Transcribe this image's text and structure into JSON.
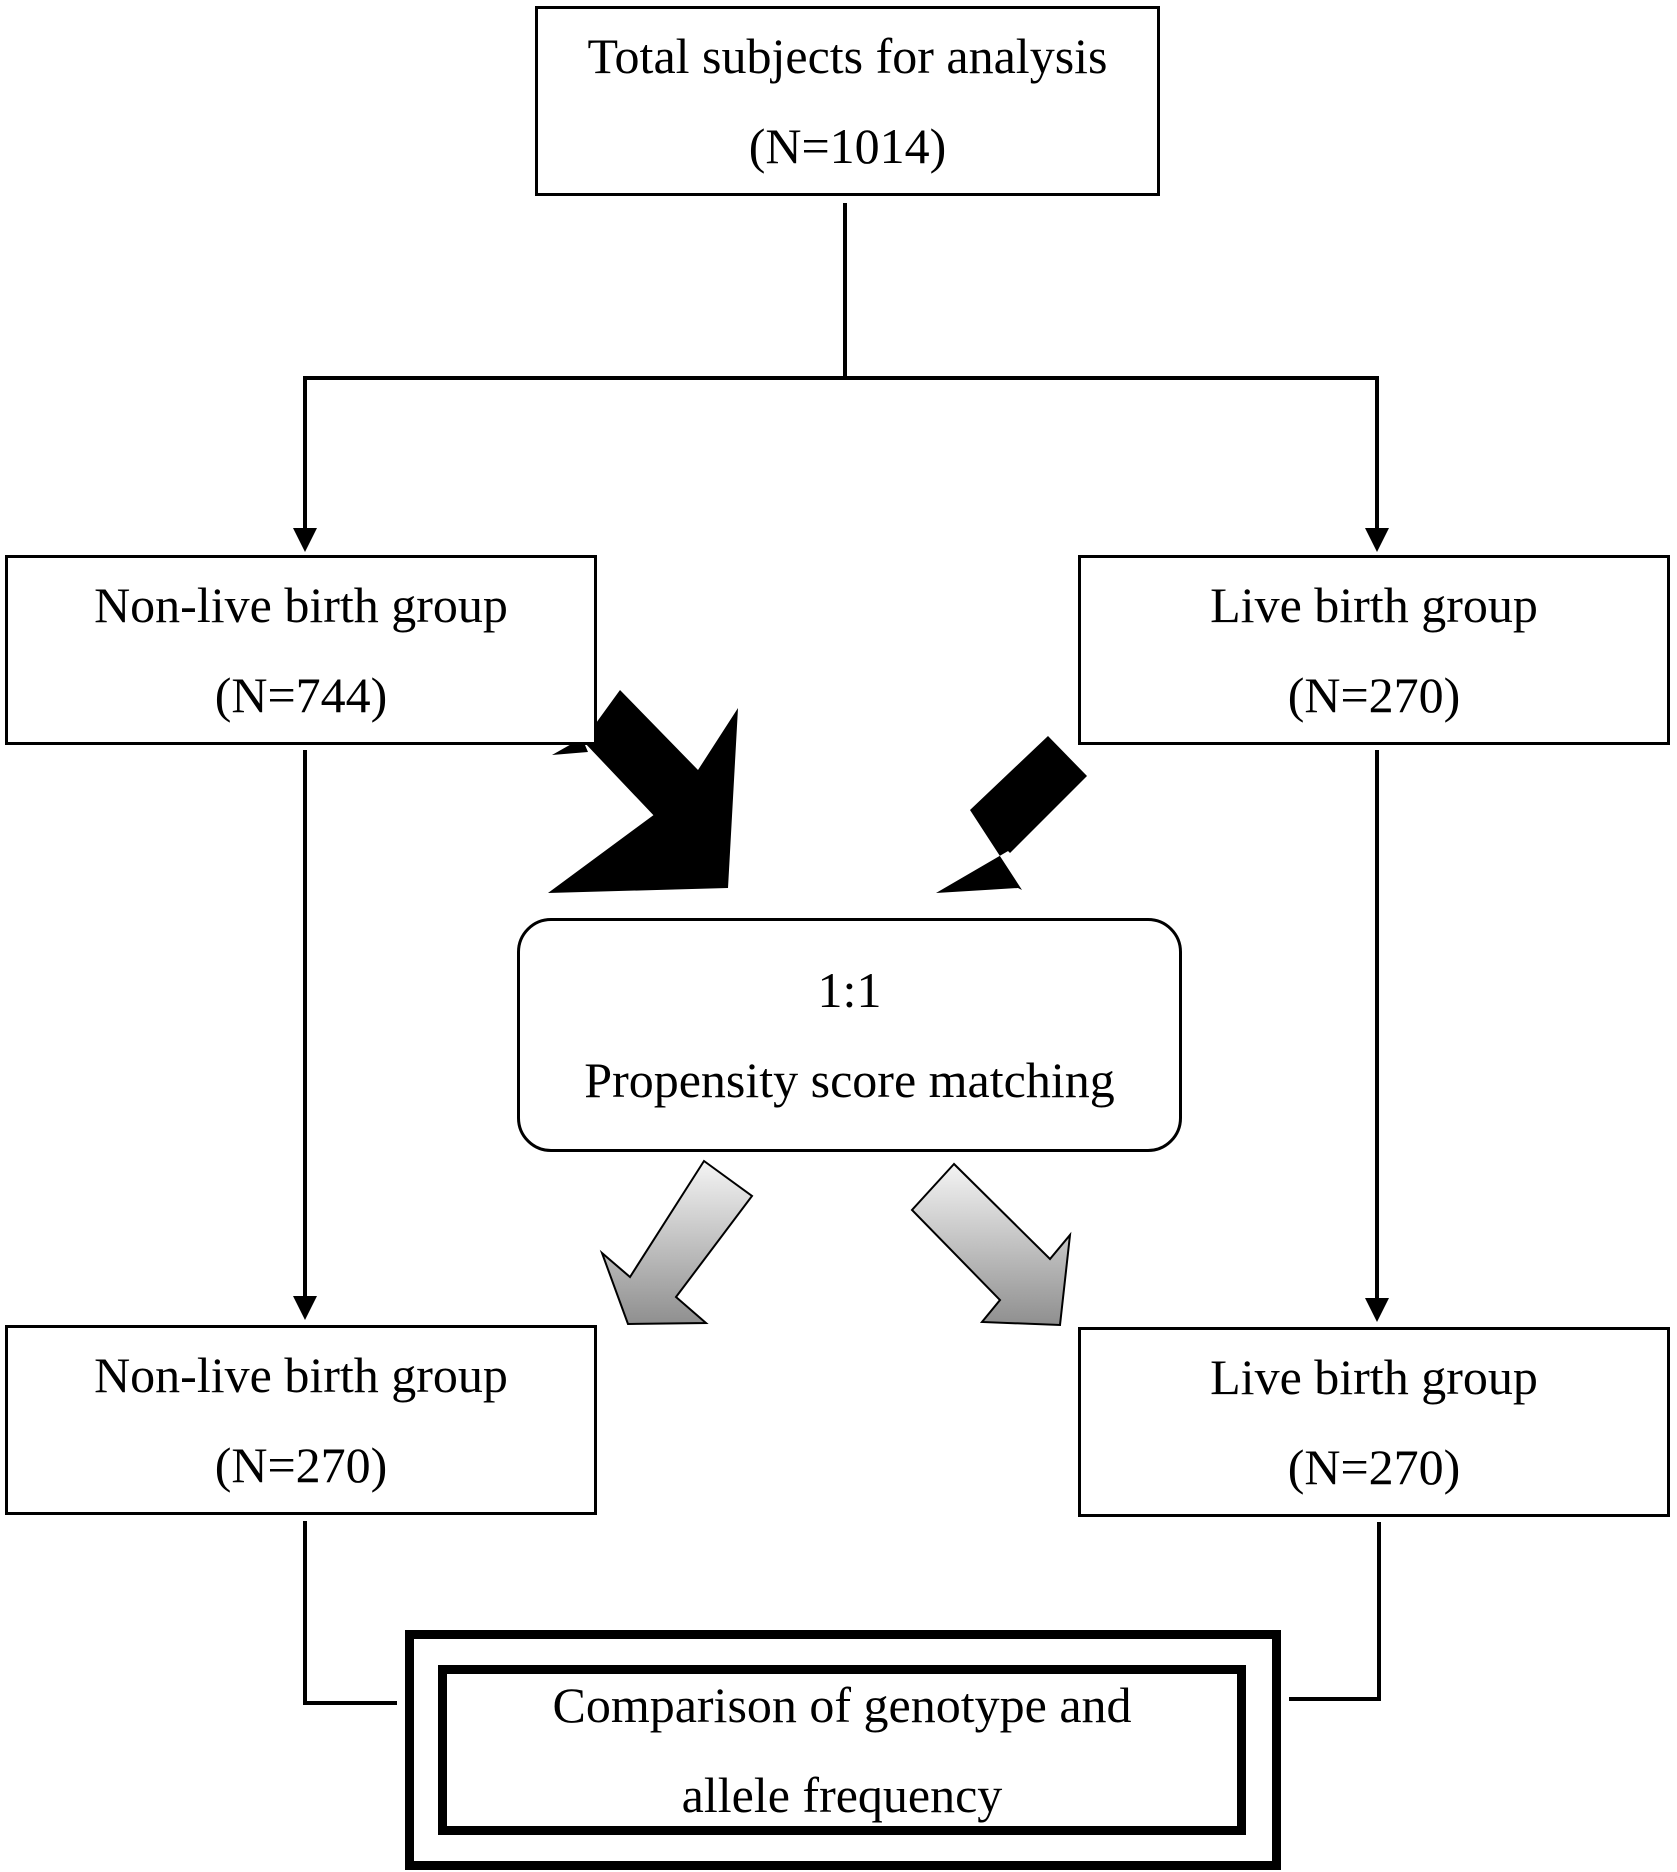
{
  "nodes": {
    "total": {
      "line1": "Total subjects for analysis",
      "line2": "(N=1014)"
    },
    "nonlive_before": {
      "line1": "Non-live birth group",
      "line2": "(N=744)"
    },
    "live_before": {
      "line1": "Live birth group",
      "line2": "(N=270)"
    },
    "matching": {
      "line1": "1:1",
      "line2": "Propensity score matching"
    },
    "nonlive_after": {
      "line1": "Non-live birth group",
      "line2": "(N=270)"
    },
    "live_after": {
      "line1": "Live birth group",
      "line2": "(N=270)"
    },
    "comparison": {
      "line1": "Comparison of genotype and",
      "line2": "allele frequency"
    }
  },
  "edges": [
    {
      "from": "total",
      "to": "nonlive_before",
      "style": "thin-arrow"
    },
    {
      "from": "total",
      "to": "live_before",
      "style": "thin-arrow"
    },
    {
      "from": "nonlive_before",
      "to": "matching",
      "style": "bold-black-arrow"
    },
    {
      "from": "live_before",
      "to": "matching",
      "style": "bold-black-arrow"
    },
    {
      "from": "nonlive_before",
      "to": "nonlive_after",
      "style": "thin-arrow"
    },
    {
      "from": "live_before",
      "to": "live_after",
      "style": "thin-arrow"
    },
    {
      "from": "matching",
      "to": "nonlive_after",
      "style": "hollow-gray-arrow"
    },
    {
      "from": "matching",
      "to": "live_after",
      "style": "hollow-gray-arrow"
    },
    {
      "from": "nonlive_after",
      "to": "comparison",
      "style": "line"
    },
    {
      "from": "live_after",
      "to": "comparison",
      "style": "line"
    }
  ],
  "colors": {
    "line": "#000000",
    "hollow_arrow_light": "#f4f4f4",
    "hollow_arrow_dark": "#8f8f8f"
  }
}
